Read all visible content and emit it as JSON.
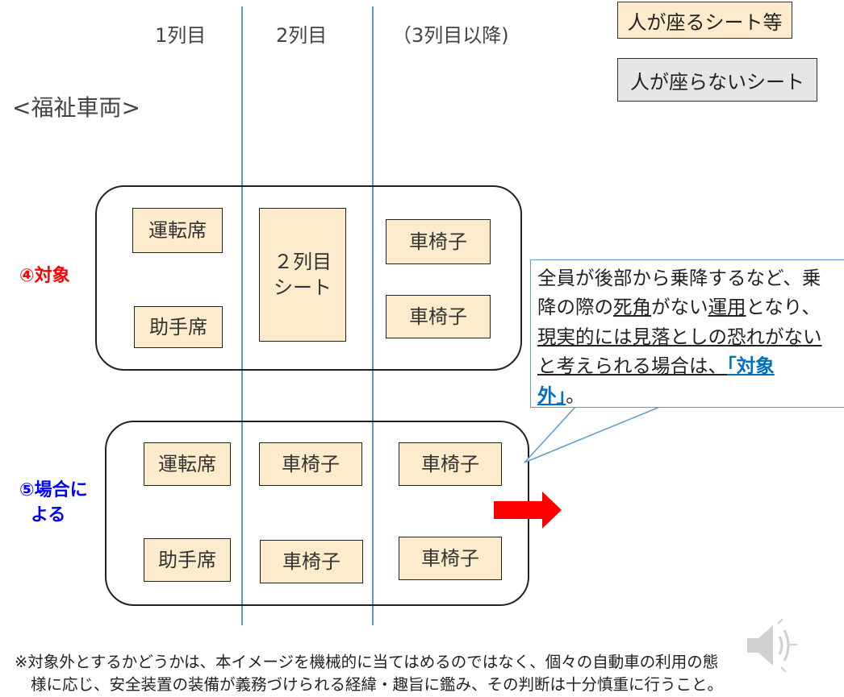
{
  "columns": [
    "1列目",
    "2列目",
    "（3列目以降)"
  ],
  "legend": {
    "seated": "人が座るシート等",
    "unseated": "人が座らないシート"
  },
  "colors": {
    "seat_fill": "#fdeccc",
    "unseated_fill": "#e6e6e6",
    "divider": "#5b9bd5",
    "target_label": "#ff0000",
    "case_label": "#0000ff",
    "arrow": "#ff0000",
    "link_text": "#0070c0"
  },
  "section_title": "<福祉車両>",
  "vehicle1": {
    "label": "④対象",
    "driver": "運転席",
    "passenger": "助手席",
    "row2_seat_line1": "２列目",
    "row2_seat_line2": "シート",
    "wheelchair_top": "車椅子",
    "wheelchair_bottom": "車椅子"
  },
  "vehicle2": {
    "label_line1": "⑤場合に",
    "label_line2": "よる",
    "driver": "運転席",
    "passenger": "助手席",
    "row2_top": "車椅子",
    "row2_bottom": "車椅子",
    "row3_top": "車椅子",
    "row3_bottom": "車椅子"
  },
  "callout": {
    "l1": "全員が後部から乗降するなど、乗",
    "l2a": "降の際の",
    "l2b": "死角",
    "l2c": "がない",
    "l2d": "運用",
    "l2e": "となり、",
    "l3": "現実的には見落としの恐れがない",
    "l4a": "と考えられる場合は、",
    "l4b": "「対象",
    "l5a": "外」",
    "l5b": "。"
  },
  "footnote": {
    "line1": "※対象外とするかどうかは、本イメージを機械的に当てはめるのではなく、個々の自動車の利用の態",
    "line2": "様に応じ、安全装置の装備が義務づけられる経緯・趣旨に鑑み、その判断は十分慎重に行うこと。"
  },
  "icons": [
    "speaker-icon",
    "right-arrow-icon"
  ]
}
